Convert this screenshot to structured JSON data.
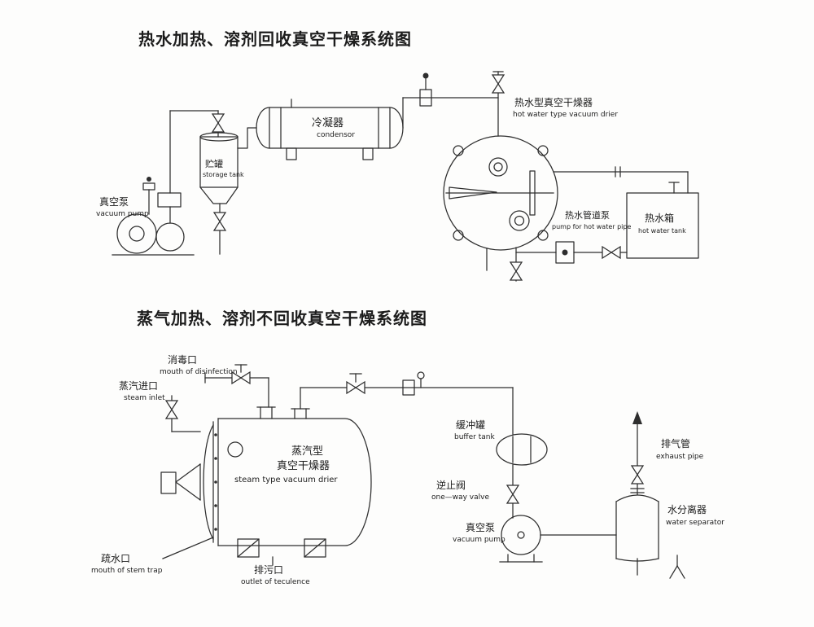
{
  "titles": {
    "top": "热水加热、溶剂回收真空干燥系统图",
    "bottom": "蒸气加热、溶剂不回收真空干燥系统图"
  },
  "top": {
    "vacuum_pump": {
      "cn": "真空泵",
      "en": "vacuum pump"
    },
    "storage_tank": {
      "cn": "贮罐",
      "en": "storage tank"
    },
    "condenser": {
      "cn": "冷凝器",
      "en": "condensor"
    },
    "drier": {
      "cn": "热水型真空干燥器",
      "en": "hot water type vacuum drier"
    },
    "hot_water_pump": {
      "cn": "热水管道泵",
      "en": "pump for hot water pipe"
    },
    "hot_water_tank": {
      "cn": "热水箱",
      "en": "hot water tank"
    }
  },
  "bottom": {
    "disinfection": {
      "cn": "消毒口",
      "en": "mouth of disinfection"
    },
    "steam_inlet": {
      "cn": "蒸汽进口",
      "en": "steam inlet"
    },
    "drier": {
      "cn1": "蒸汽型",
      "cn2": "真空干燥器",
      "en": "steam type vacuum drier"
    },
    "buffer_tank": {
      "cn": "缓冲罐",
      "en": "buffer tank"
    },
    "one_way_valve": {
      "cn": "逆止阀",
      "en": "one—way valve"
    },
    "vacuum_pump": {
      "cn": "真空泵",
      "en": "vacuum pump"
    },
    "exhaust_pipe": {
      "cn": "排气管",
      "en": "exhaust pipe"
    },
    "water_separator": {
      "cn": "水分离器",
      "en": "water separator"
    },
    "steam_trap": {
      "cn": "疏水口",
      "en": "mouth of stem trap"
    },
    "outlet": {
      "cn": "排污口",
      "en": "outlet of teculence"
    }
  }
}
